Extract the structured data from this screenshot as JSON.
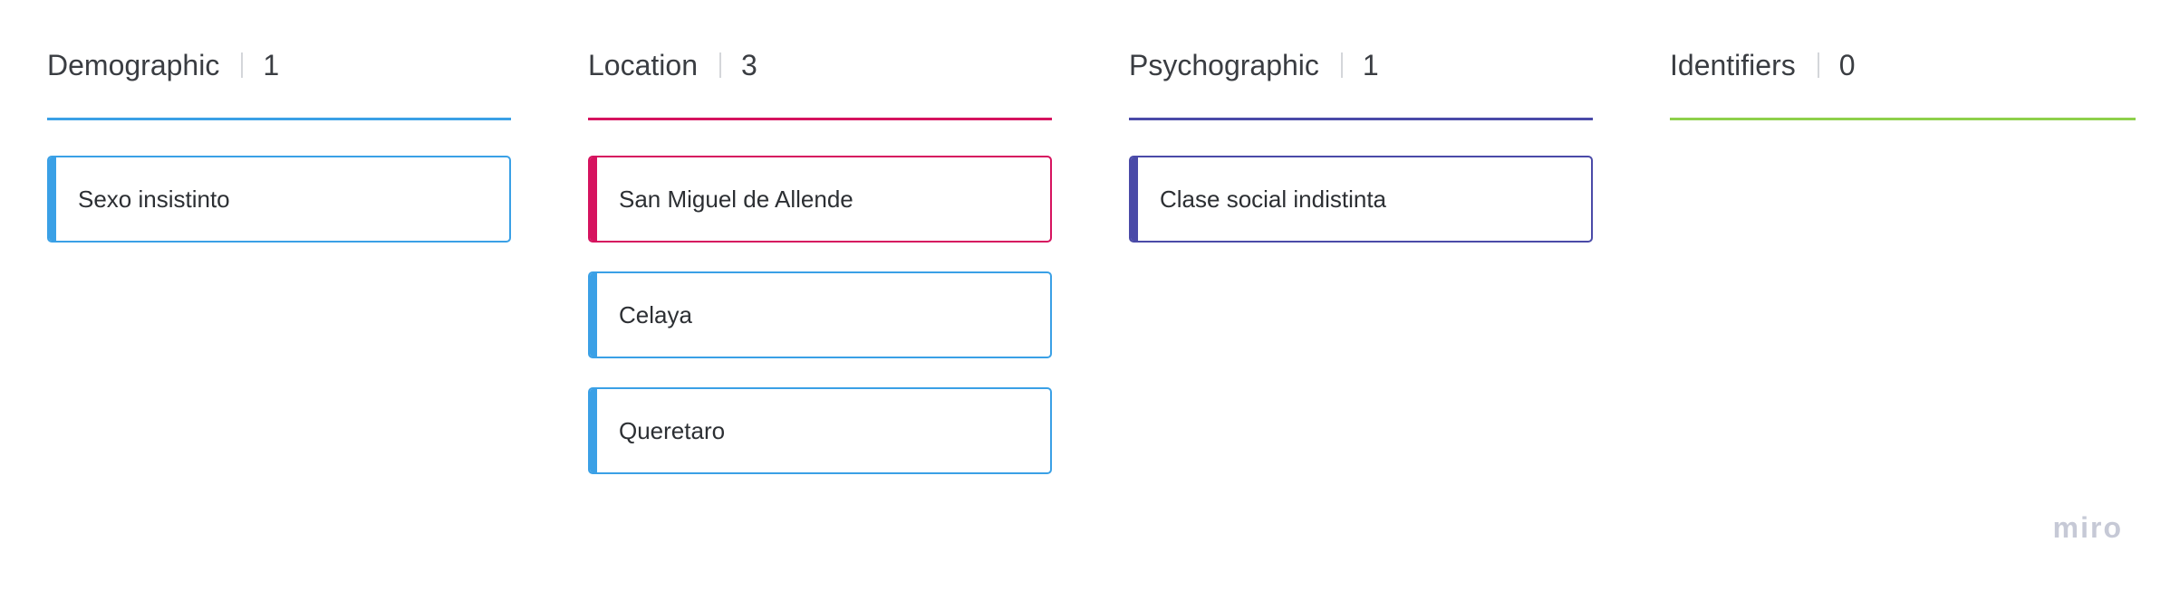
{
  "colors": {
    "demographic": "#3aa0e6",
    "location": "#d6135f",
    "psychographic": "#4a4aa8",
    "identifiers": "#8ed04b",
    "card_blue": "#3aa0e6",
    "card_red": "#d6135f",
    "card_indigo": "#4a4aa8"
  },
  "columns": [
    {
      "title": "Demographic",
      "count": "1",
      "cards": [
        {
          "text": "Sexo insistinto"
        }
      ]
    },
    {
      "title": "Location",
      "count": "3",
      "cards": [
        {
          "text": "San Miguel de Allende"
        },
        {
          "text": "Celaya"
        },
        {
          "text": "Queretaro"
        }
      ]
    },
    {
      "title": "Psychographic",
      "count": "1",
      "cards": [
        {
          "text": "Clase social indistinta"
        }
      ]
    },
    {
      "title": "Identifiers",
      "count": "0",
      "cards": []
    }
  ],
  "watermark": "miro"
}
